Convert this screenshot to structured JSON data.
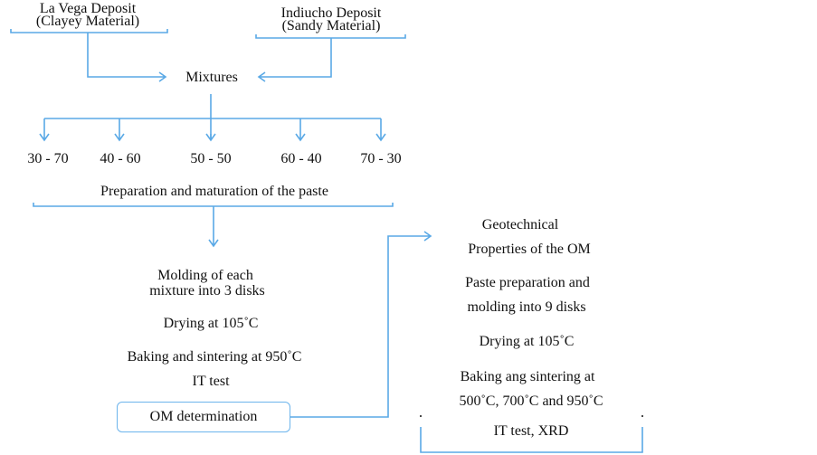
{
  "colors": {
    "line": "#5aa9e6",
    "text": "#111111"
  },
  "sources": {
    "left": {
      "line1": "La Vega Deposit",
      "line2": "(Clayey Material)"
    },
    "right": {
      "line1": "Indiucho Deposit",
      "line2": "(Sandy Material)"
    }
  },
  "mixtures": {
    "label": "Mixtures",
    "ratios": [
      "30 - 70",
      "40 - 60",
      "50 - 50",
      "60 - 40",
      "70 - 30"
    ]
  },
  "left_steps": {
    "preparation": "Preparation and maturation of the paste",
    "molding_1": "Molding of each",
    "molding_2": "mixture into 3 disks",
    "drying": "Drying at 105˚C",
    "baking": "Baking and sintering at 950˚C",
    "test": "IT test",
    "om_box": "OM determination"
  },
  "right_steps": {
    "geo_1": "Geotechnical",
    "geo_2": "Properties of the OM",
    "paste_1": "Paste preparation and",
    "paste_2": "molding into 9 disks",
    "drying": "Drying at 105˚C",
    "baking_1": "Baking ang sintering at",
    "baking_2": "500˚C, 700˚C and 950˚C",
    "test": "IT test, XRD"
  }
}
